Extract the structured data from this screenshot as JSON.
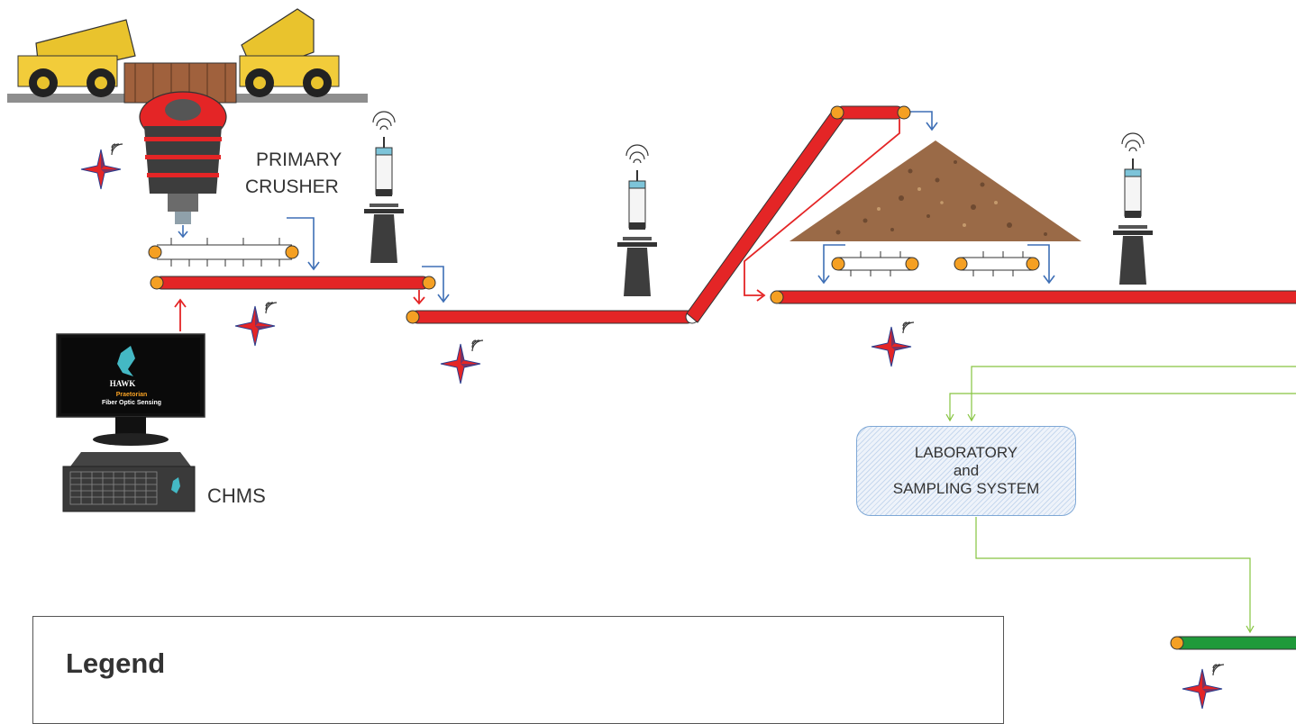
{
  "labels": {
    "primary_crusher_line1": "PRIMARY",
    "primary_crusher_line2": "CRUSHER",
    "chms": "CHMS",
    "lab_line1": "LABORATORY",
    "lab_line2": "and",
    "lab_line3": "SAMPLING SYSTEM"
  },
  "monitor": {
    "logo_text": "HAWK",
    "product_line1": "Praetorian",
    "product_line2": "Fiber Optic Sensing"
  },
  "legend": {
    "title": "Legend"
  },
  "colors": {
    "conveyor_red": "#e42526",
    "conveyor_green": "#1f9a3a",
    "roller_orange": "#f5a023",
    "flow_blue": "#3e6fb6",
    "signal_green": "#86c440",
    "sensor_star_red": "#e42526",
    "sensor_star_blue": "#2a3e8f"
  },
  "icons": [
    "haul-truck-icon",
    "gyratory-crusher-icon",
    "level-sensor-icon",
    "wireless-signal-icon",
    "sensor-star-icon",
    "monitor-icon",
    "interrogator-unit-icon",
    "stockpile-icon"
  ]
}
